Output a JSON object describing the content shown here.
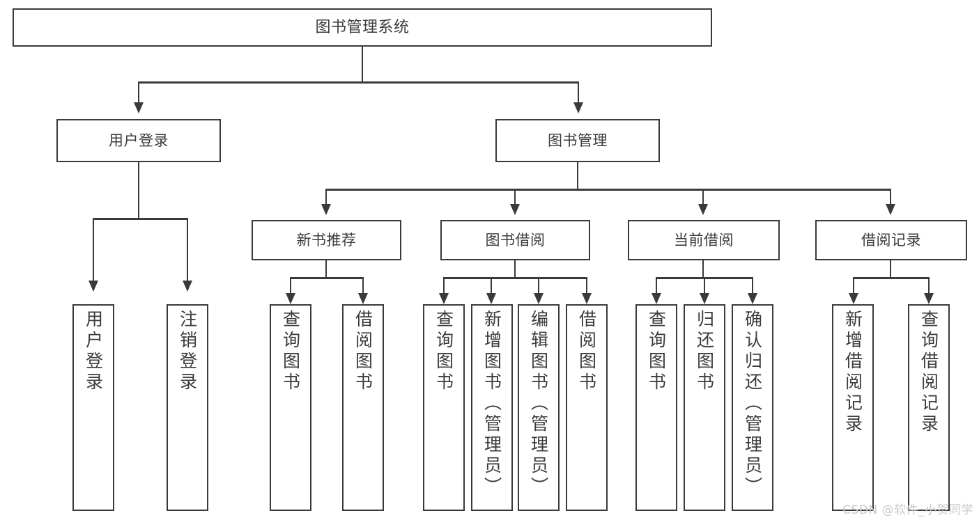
{
  "diagram": {
    "title": "图书管理系统",
    "root": {
      "label": "图书管理系统"
    },
    "level2": [
      {
        "label": "用户登录"
      },
      {
        "label": "图书管理"
      }
    ],
    "level3": [
      {
        "label": "新书推荐"
      },
      {
        "label": "图书借阅"
      },
      {
        "label": "当前借阅"
      },
      {
        "label": "借阅记录"
      }
    ],
    "leaves": [
      {
        "label": "用户登录"
      },
      {
        "label": "注销登录"
      },
      {
        "label": "查询图书"
      },
      {
        "label": "借阅图书"
      },
      {
        "label": "查询图书"
      },
      {
        "label": "新增图书（管理员）"
      },
      {
        "label": "编辑图书（管理员）"
      },
      {
        "label": "借阅图书"
      },
      {
        "label": "查询图书"
      },
      {
        "label": "归还图书"
      },
      {
        "label": "确认归还（管理员）"
      },
      {
        "label": "新增借阅记录"
      },
      {
        "label": "查询借阅记录"
      }
    ]
  },
  "watermark": {
    "text": "CSDN @软件_小贺同学"
  },
  "colors": {
    "stroke": "#3a3a3a",
    "text": "#3b3b3b",
    "background": "#ffffff",
    "watermark": "#c9c9c9"
  }
}
